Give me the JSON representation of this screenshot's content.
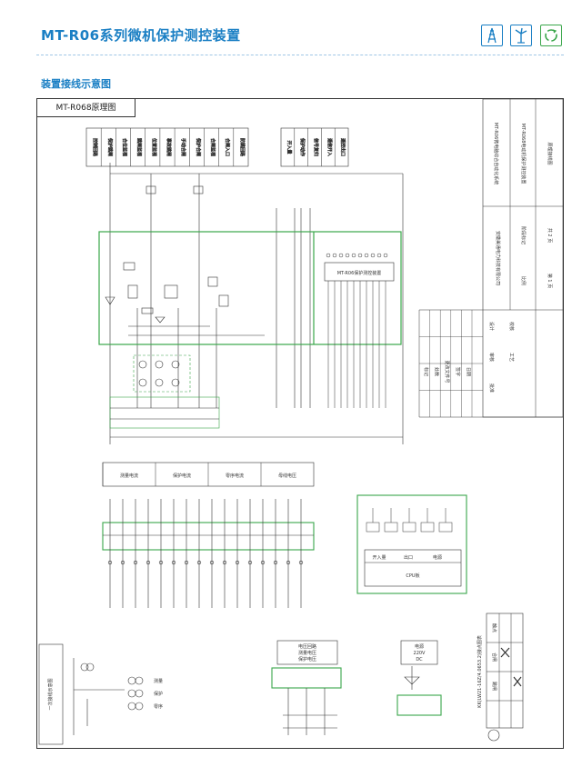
{
  "page_title": "MT-R06系列微机保护测控装置",
  "section_title": "装置接线示意图",
  "drawing": {
    "tab_label": "MT-R068原理图",
    "top_label_group_a": [
      "控制回路",
      "保护跳闸",
      "合位监视",
      "跳闸监视",
      "位置监视",
      "事故跳闸",
      "手动合闸",
      "保护合闸",
      "合闸监视",
      "合闸入口",
      "防跳回路"
    ],
    "top_label_group_b": [
      "开入量",
      "保护动作",
      "信号复归",
      "遥信开入",
      "遥控出口"
    ],
    "center_label": "MT-R06保护测控装置",
    "title_block": {
      "company": "安徽美通电力科技有限公司",
      "project": "MT-R06微电脑综合自动化系统",
      "device": "MT-R068电动机保护测控装置",
      "drawing": "原理接线图",
      "sheet_total": "共 2 页",
      "sheet_index": "第 1 页",
      "revision_headers": [
        "标记",
        "处数",
        "更改文件号",
        "签字",
        "日期"
      ],
      "role_labels": [
        "设计",
        "校核",
        "审核",
        "工艺",
        "批准"
      ],
      "label_stage": "阶段标记",
      "label_scale": "比例"
    },
    "secondary_labels": [
      "测量电流",
      "保护电流",
      "零序电流",
      "母线电压"
    ],
    "cpu_label": "CPU板",
    "io_labels": [
      "开入量",
      "出口",
      "电源"
    ],
    "bottom_left_label": "一次接线示意图",
    "meter_labels": [
      "测量",
      "保护",
      "零序"
    ],
    "bottom_mid_labels": [
      "电压回路",
      "测量电压",
      "保护电压"
    ],
    "bottom_right_labels": [
      "电源",
      "220V",
      "DC"
    ],
    "switch_table_label": "KK(LW21-16Z/4.0653.2)接点图表",
    "switch_table_rows": [
      "触点",
      "合闸",
      "跳闸"
    ]
  },
  "colors": {
    "accent_blue": "#1a7fc4",
    "frame_green": "#3aa64a",
    "line": "#333333"
  },
  "icons": [
    "tower-icon",
    "wind-turbine-icon",
    "recycle-icon"
  ]
}
